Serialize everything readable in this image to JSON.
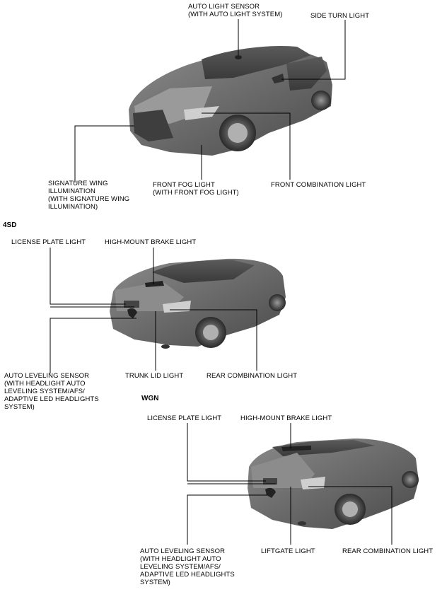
{
  "front": {
    "auto_light_sensor": "AUTO LIGHT SENSOR\n(WITH AUTO LIGHT SYSTEM)",
    "side_turn_light": "SIDE TURN LIGHT",
    "signature_wing": "SIGNATURE WING\nILLUMINATION\n(WITH SIGNATURE WING\nILLUMINATION)",
    "front_fog_light": "FRONT FOG LIGHT\n(WITH FRONT FOG LIGHT)",
    "front_combination_light": "FRONT COMBINATION LIGHT"
  },
  "sedan": {
    "section_label": "4SD",
    "license_plate_light": "LICENSE PLATE LIGHT",
    "high_mount_brake_light": "HIGH-MOUNT BRAKE LIGHT",
    "auto_leveling_sensor": "AUTO LEVELING SENSOR\n(WITH HEADLIGHT AUTO\nLEVELING SYSTEM/AFS/\nADAPTIVE LED HEADLIGHTS\nSYSTEM)",
    "trunk_lid_light": "TRUNK LID LIGHT",
    "rear_combination_light": "REAR COMBINATION LIGHT"
  },
  "wagon": {
    "section_label": "WGN",
    "license_plate_light": "LICENSE PLATE LIGHT",
    "high_mount_brake_light": "HIGH-MOUNT BRAKE LIGHT",
    "auto_leveling_sensor": "AUTO LEVELING SENSOR\n(WITH HEADLIGHT AUTO\nLEVELING SYSTEM/AFS/\nADAPTIVE LED HEADLIGHTS\nSYSTEM)",
    "liftgate_light": "LIFTGATE LIGHT",
    "rear_combination_light": "REAR COMBINATION LIGHT"
  }
}
